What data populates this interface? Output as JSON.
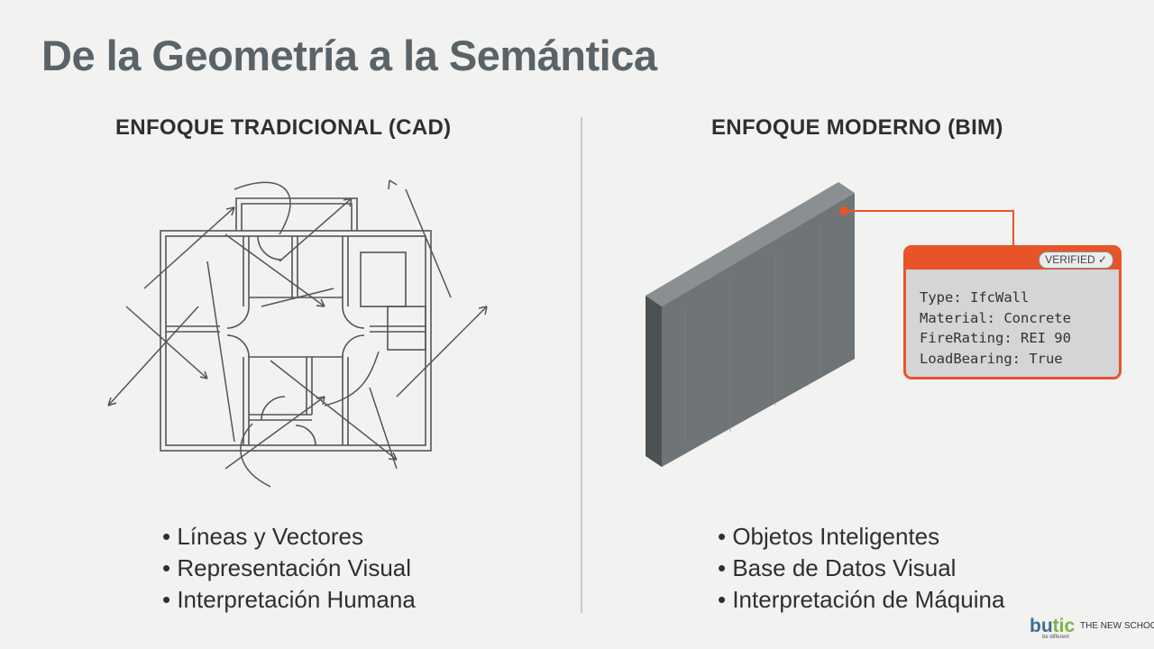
{
  "title": "De la Geometría a la Semántica",
  "left": {
    "heading": "ENFOQUE TRADICIONAL (CAD)",
    "bullets": [
      "Líneas y Vectores",
      "Representación Visual",
      "Interpretación Humana"
    ]
  },
  "right": {
    "heading": "ENFOQUE MODERNO (BIM)",
    "bullets": [
      "Objetos Inteligentes",
      "Base de Datos Visual",
      "Interpretación de Máquina"
    ],
    "card": {
      "badge": "VERIFIED ✓",
      "lines": [
        "Type: IfcWall",
        "Material: Concrete",
        "FireRating: REI 90",
        "LoadBearing: True"
      ]
    }
  },
  "logo": {
    "main_a": "bu",
    "main_b": "tic",
    "sub": "THE NEW SCHOOL",
    "tag": "be different"
  },
  "colors": {
    "accent": "#e8542a",
    "title": "#5a6468",
    "wall": "#6f7477"
  }
}
